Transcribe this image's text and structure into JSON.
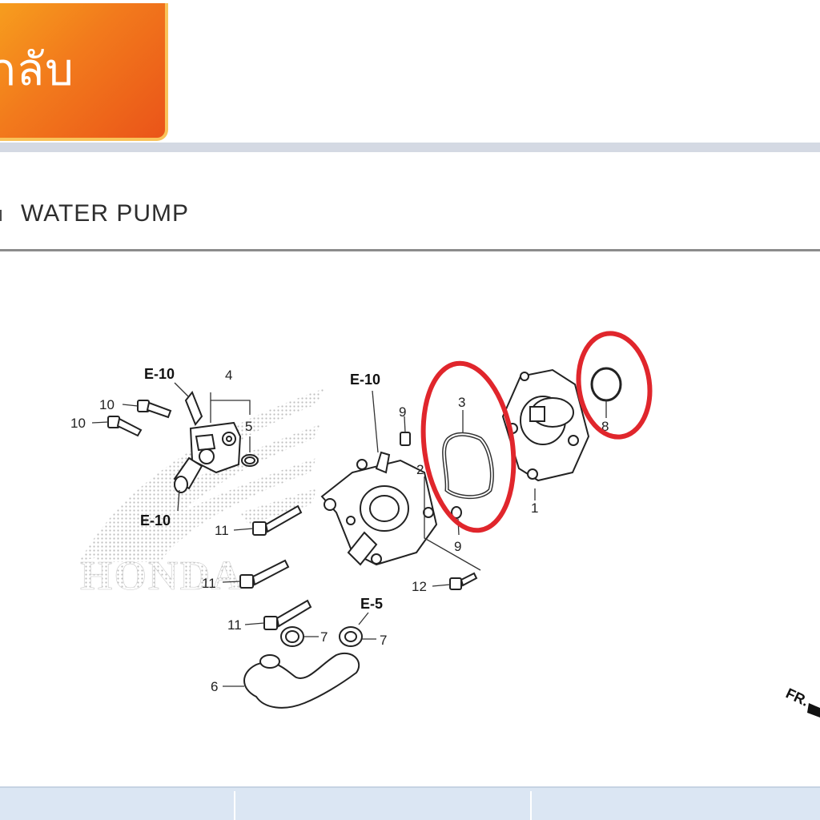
{
  "header": {
    "back_label": "กลับ"
  },
  "section": {
    "title": "WATER PUMP"
  },
  "diagram": {
    "brand_watermark": "HONDA",
    "direction_marker": "FR.",
    "refs": {
      "e10_top_left": "E-10",
      "e10_top_mid": "E-10",
      "e10_bottom_left": "E-10",
      "e5": "E-5"
    },
    "callouts": {
      "p1": "1",
      "p2": "2",
      "p3": "3",
      "p4": "4",
      "p5": "5",
      "p6": "6",
      "p7a": "7",
      "p7b": "7",
      "p8": "8",
      "p9a": "9",
      "p9b": "9",
      "p10a": "10",
      "p10b": "10",
      "p11a": "11",
      "p11b": "11",
      "p11c": "11",
      "p12": "12"
    },
    "highlight_color": "#e0262c"
  },
  "footer": {
    "cells": [
      "",
      "",
      ""
    ]
  }
}
